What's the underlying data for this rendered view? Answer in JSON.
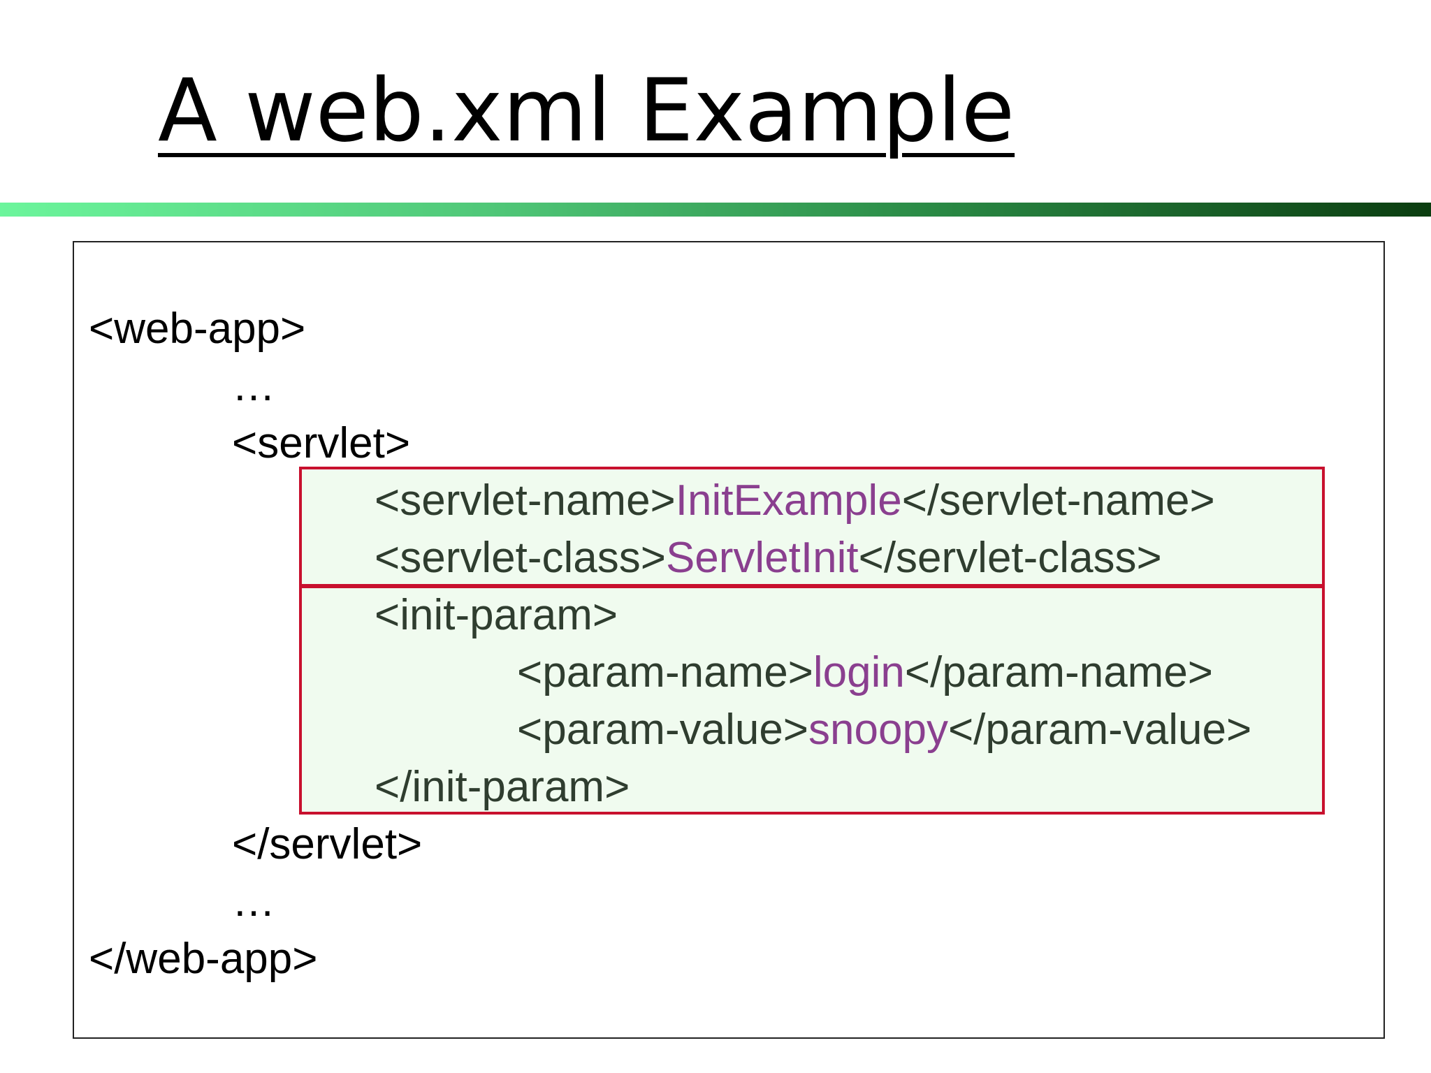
{
  "slide": {
    "title": "A web.xml Example",
    "colors": {
      "rule_start": "#6cf59c",
      "rule_end": "#0b3d10",
      "highlight_border": "#c8102e",
      "highlight_fill": "#f0fbef",
      "value_text": "#8a3f8f",
      "tag_text": "#2f3d2f"
    }
  },
  "code": {
    "web_app_open": "<web-app>",
    "ellipsis_top": "…",
    "servlet_open": "<servlet>",
    "servlet_name_open": "<servlet-name>",
    "servlet_name_value": "InitExample",
    "servlet_name_close": "</servlet-name>",
    "servlet_class_open": "<servlet-class>",
    "servlet_class_value": "ServletInit",
    "servlet_class_close": "</servlet-class>",
    "init_param_open": "<init-param>",
    "param_name_open": "<param-name>",
    "param_name_value": "login",
    "param_name_close": "</param-name>",
    "param_value_open": "<param-value>",
    "param_value_value": "snoopy",
    "param_value_close": "</param-value>",
    "init_param_close": "</init-param>",
    "servlet_close": "</servlet>",
    "ellipsis_bottom": "…",
    "web_app_close": "</web-app>"
  }
}
